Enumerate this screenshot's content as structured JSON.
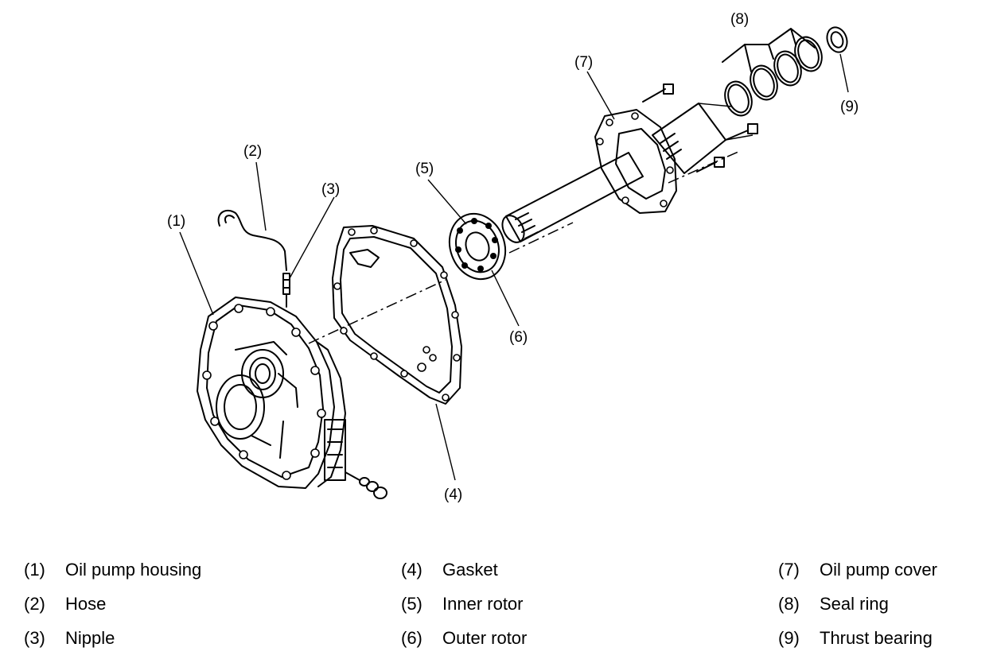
{
  "callouts": [
    {
      "id": "1",
      "label": "(1)"
    },
    {
      "id": "2",
      "label": "(2)"
    },
    {
      "id": "3",
      "label": "(3)"
    },
    {
      "id": "4",
      "label": "(4)"
    },
    {
      "id": "5",
      "label": "(5)"
    },
    {
      "id": "6",
      "label": "(6)"
    },
    {
      "id": "7",
      "label": "(7)"
    },
    {
      "id": "8",
      "label": "(8)"
    },
    {
      "id": "9",
      "label": "(9)"
    }
  ],
  "legend": [
    {
      "num": "(1)",
      "text": "Oil pump housing"
    },
    {
      "num": "(2)",
      "text": "Hose"
    },
    {
      "num": "(3)",
      "text": "Nipple"
    },
    {
      "num": "(4)",
      "text": "Gasket"
    },
    {
      "num": "(5)",
      "text": "Inner rotor"
    },
    {
      "num": "(6)",
      "text": "Outer rotor"
    },
    {
      "num": "(7)",
      "text": "Oil pump cover"
    },
    {
      "num": "(8)",
      "text": "Seal ring"
    },
    {
      "num": "(9)",
      "text": "Thrust bearing"
    }
  ]
}
